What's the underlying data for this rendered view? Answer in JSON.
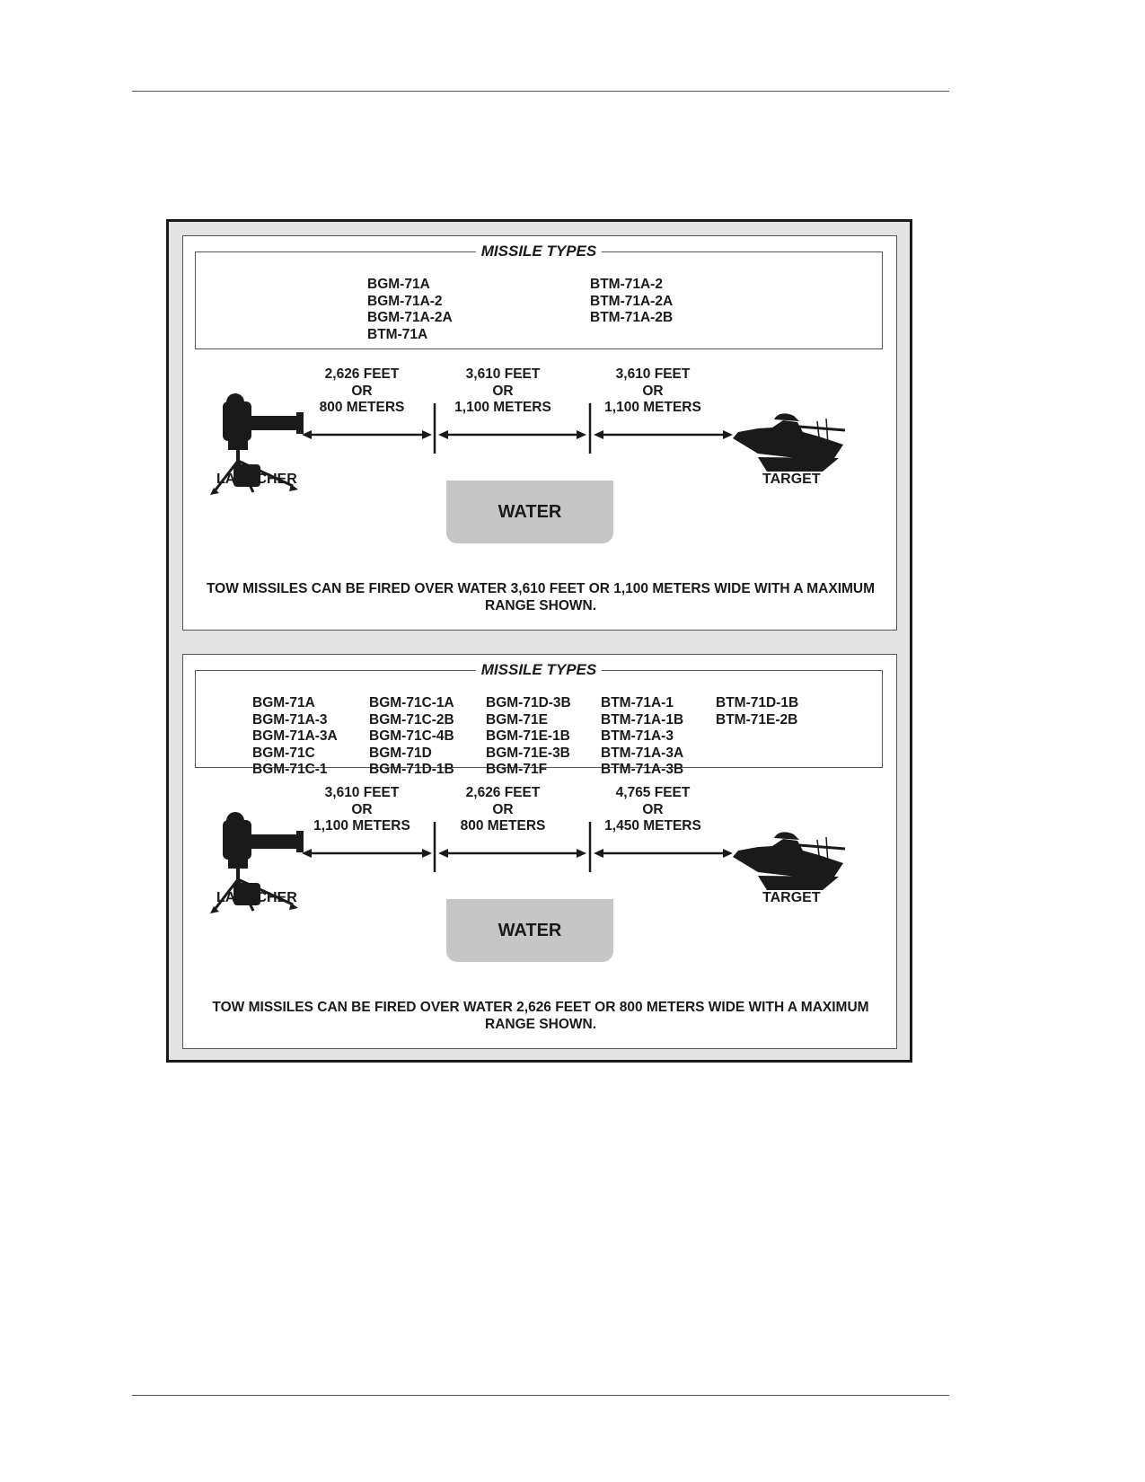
{
  "panels": [
    {
      "types_title": "MISSILE TYPES",
      "type_columns": [
        [
          "BGM-71A",
          "BGM-71A-2",
          "BGM-71A-2A",
          "BTM-71A"
        ],
        [
          "BTM-71A-2",
          "BTM-71A-2A",
          "BTM-71A-2B"
        ]
      ],
      "distances": [
        {
          "feet": "2,626 FEET",
          "or": "OR",
          "meters": "800 METERS"
        },
        {
          "feet": "3,610 FEET",
          "or": "OR",
          "meters": "1,100 METERS"
        },
        {
          "feet": "3,610 FEET",
          "or": "OR",
          "meters": "1,100 METERS"
        }
      ],
      "launcher_label": "LAUNCHER",
      "target_label": "TARGET",
      "water_label": "WATER",
      "caption": "TOW MISSILES CAN BE FIRED OVER WATER 3,610 FEET OR 1,100 METERS WIDE WITH A MAXIMUM RANGE SHOWN."
    },
    {
      "types_title": "MISSILE TYPES",
      "type_columns": [
        [
          "BGM-71A",
          "BGM-71A-3",
          "BGM-71A-3A",
          "BGM-71C",
          "BGM-71C-1"
        ],
        [
          "BGM-71C-1A",
          "BGM-71C-2B",
          "BGM-71C-4B",
          "BGM-71D",
          "BGM-71D-1B"
        ],
        [
          "BGM-71D-3B",
          "BGM-71E",
          "BGM-71E-1B",
          "BGM-71E-3B",
          "BGM-71F"
        ],
        [
          "BTM-71A-1",
          "BTM-71A-1B",
          "BTM-71A-3",
          "BTM-71A-3A",
          "BTM-71A-3B"
        ],
        [
          "BTM-71D-1B",
          "BTM-71E-2B"
        ]
      ],
      "distances": [
        {
          "feet": "3,610 FEET",
          "or": "OR",
          "meters": "1,100 METERS"
        },
        {
          "feet": "2,626 FEET",
          "or": "OR",
          "meters": "800 METERS"
        },
        {
          "feet": "4,765 FEET",
          "or": "OR",
          "meters": "1,450 METERS"
        }
      ],
      "launcher_label": "LAUNCHER",
      "target_label": "TARGET",
      "water_label": "WATER",
      "caption": "TOW MISSILES CAN BE FIRED OVER WATER 2,626 FEET OR 800 METERS WIDE WITH A MAXIMUM RANGE SHOWN."
    }
  ],
  "icons": {
    "launcher": "tow-launcher-silhouette-icon",
    "target": "tank-silhouette-icon",
    "arrow": "double-headed-arrow-icon"
  },
  "colors": {
    "ink": "#1a1a1a",
    "water": "#c6c6c6",
    "frame_background": "#e3e3e3"
  }
}
